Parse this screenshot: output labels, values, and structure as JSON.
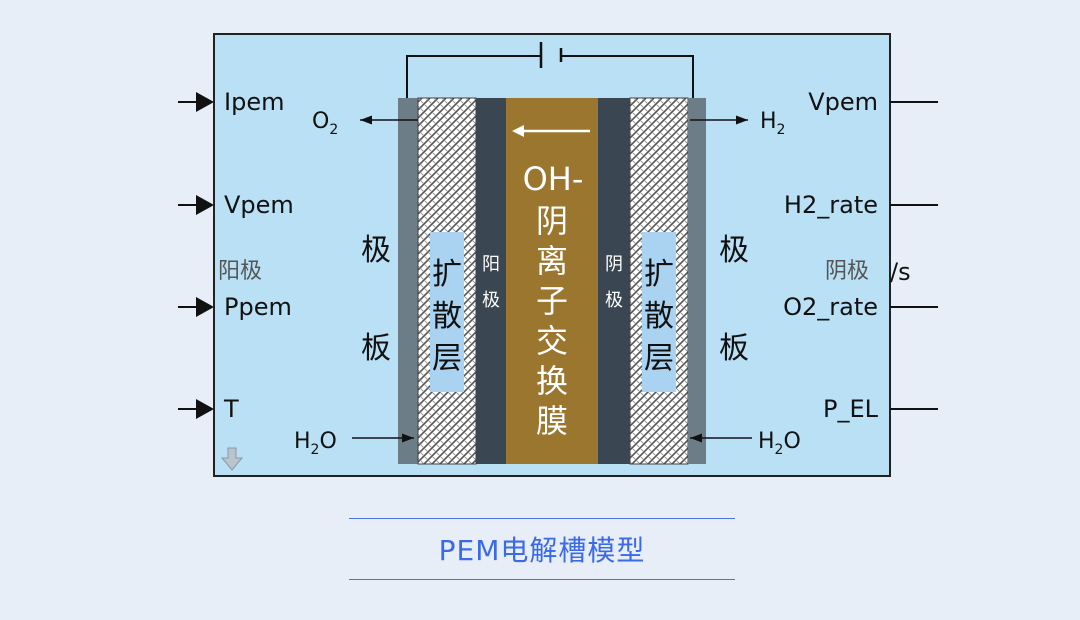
{
  "block": {
    "inputs": [
      "Ipem",
      "Vpem",
      "Ppem",
      "T"
    ],
    "outputs": [
      "Vpem",
      "H2_rate",
      "O2_rate",
      "P_EL"
    ],
    "faint_left": "阳极",
    "faint_right": "阴极",
    "faint_right_suffix": "/s"
  },
  "cell": {
    "gas_out_left": {
      "main": "O",
      "sub": "2"
    },
    "gas_out_right": {
      "main": "H",
      "sub": "2"
    },
    "water_in_left": {
      "pre": "H",
      "sub": "2",
      "post": "O"
    },
    "water_in_right": {
      "pre": "H",
      "sub": "2",
      "post": "O"
    },
    "plate_left": [
      "极",
      "板"
    ],
    "plate_right": [
      "极",
      "板"
    ],
    "diffusion_left": [
      "扩",
      "散",
      "层"
    ],
    "diffusion_right": [
      "扩",
      "散",
      "层"
    ],
    "electrode_left": [
      "阳",
      "极"
    ],
    "electrode_right": [
      "阴",
      "极"
    ],
    "ion": "OH-",
    "membrane": [
      "阴",
      "离",
      "子",
      "交",
      "换",
      "膜"
    ]
  },
  "caption": "PEM电解槽模型",
  "colors": {
    "block_bg": "#b9e0f5",
    "plate": "#6d7d88",
    "electrode": "#3a4752",
    "membrane": "#9a762e",
    "diffusion_inner": "#a9d3f0",
    "caption": "#3a6ae8"
  }
}
